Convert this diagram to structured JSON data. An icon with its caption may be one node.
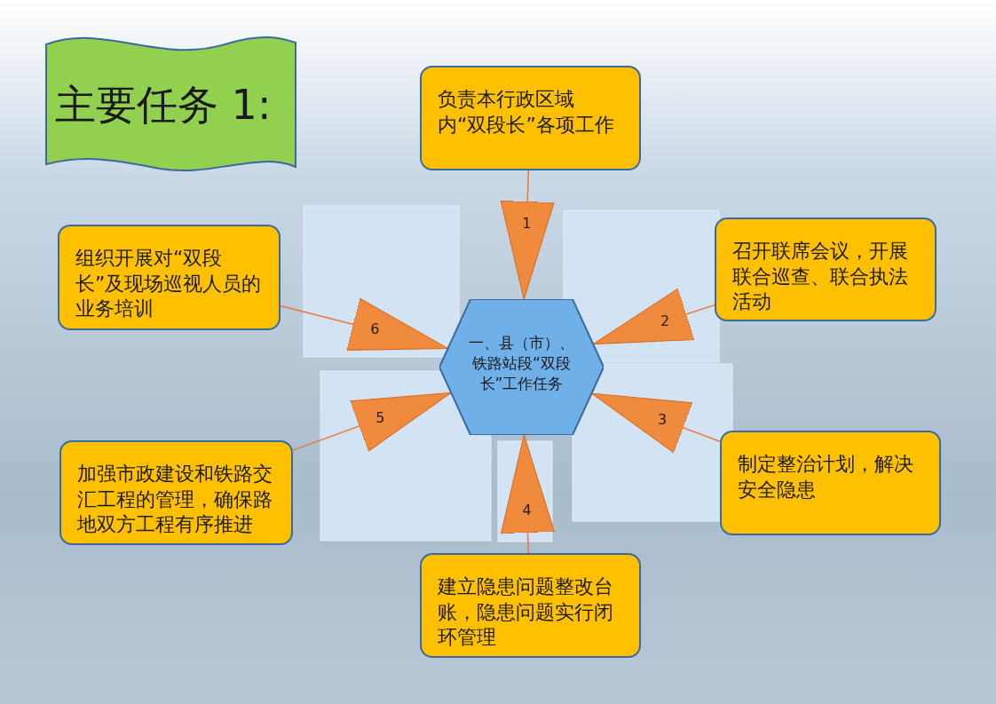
{
  "diagram": {
    "title": "主要任务 1:",
    "nodes": [
      {
        "text": [
          "一、县（市）、铁路站段“双段长”工作任务"
        ]
      },
      {
        "text": [
          "负责本行政区域内“双段长”各项工作"
        ]
      },
      {
        "text": [
          "召开联席会议，开展联合巡查、联合执法活动"
        ]
      },
      {
        "text": [
          "制定整治计划，解决安全隐患"
        ]
      },
      {
        "text": [
          "建立隐患问题整改台账，隐患问题实行闭环管理"
        ]
      },
      {
        "text": [
          "加强市政建设和铁路交汇工程的管理，确保路地双方工程有序推进"
        ]
      },
      {
        "text": [
          "组织开展对“双段长”及现场巡视人员的业务培训"
        ]
      }
    ],
    "edges": [
      {
        "from": 1,
        "to": 0,
        "arrow": "to",
        "label": "1"
      },
      {
        "from": 2,
        "to": 0,
        "arrow": "to",
        "label": "2"
      },
      {
        "from": 3,
        "to": 0,
        "arrow": "to",
        "label": "3"
      },
      {
        "from": 4,
        "to": 0,
        "arrow": "to",
        "label": "4"
      },
      {
        "from": 5,
        "to": 0,
        "arrow": "to",
        "label": "5"
      },
      {
        "from": 6,
        "to": 0,
        "arrow": "to",
        "label": "6"
      }
    ]
  }
}
